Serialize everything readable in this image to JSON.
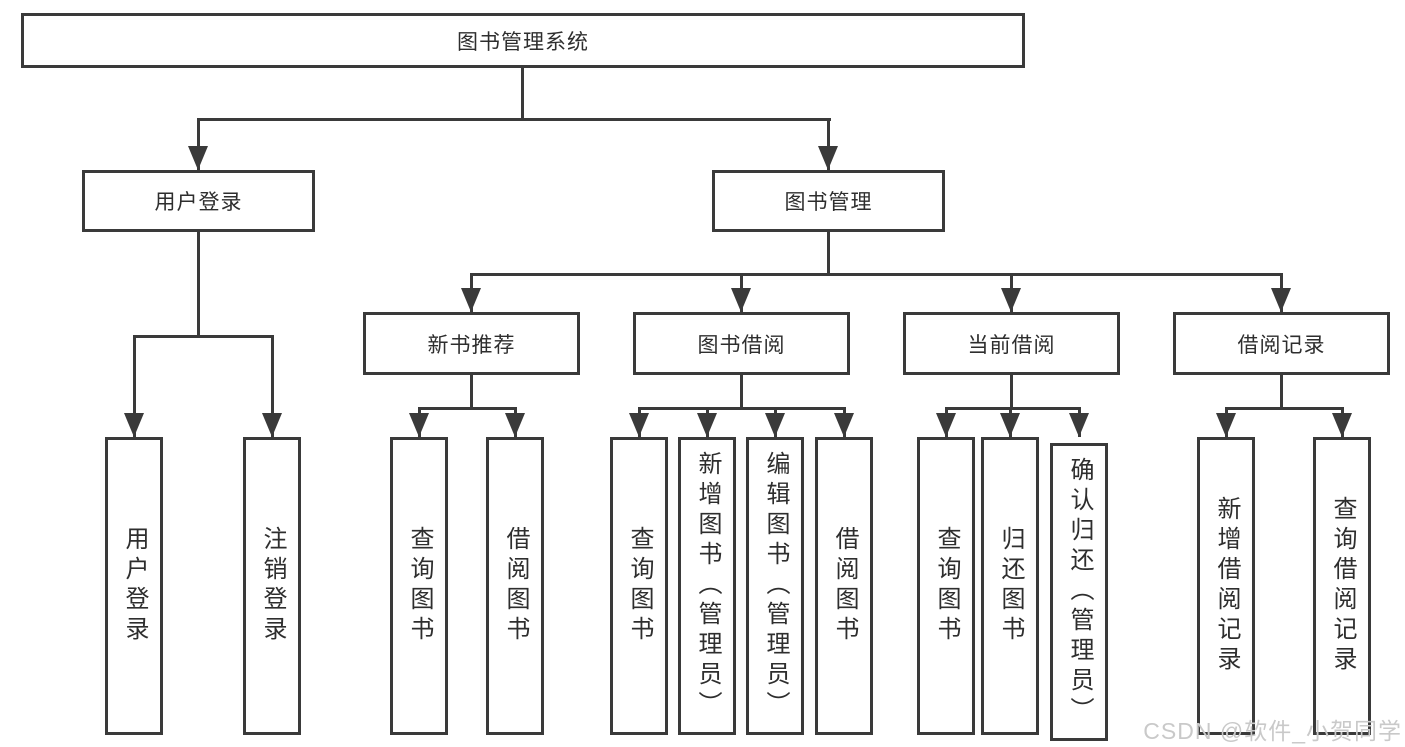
{
  "tree": {
    "label": "图书管理系统",
    "children": [
      {
        "label": "用户登录",
        "children": [
          {
            "label": "用户登录"
          },
          {
            "label": "注销登录"
          }
        ]
      },
      {
        "label": "图书管理",
        "children": [
          {
            "label": "新书推荐",
            "children": [
              {
                "label": "查询图书"
              },
              {
                "label": "借阅图书"
              }
            ]
          },
          {
            "label": "图书借阅",
            "children": [
              {
                "label": "查询图书"
              },
              {
                "label": "新增图书（管理员）"
              },
              {
                "label": "编辑图书（管理员）"
              },
              {
                "label": "借阅图书"
              }
            ]
          },
          {
            "label": "当前借阅",
            "children": [
              {
                "label": "查询图书"
              },
              {
                "label": "归还图书"
              },
              {
                "label": "确认归还（管理员）"
              }
            ]
          },
          {
            "label": "借阅记录",
            "children": [
              {
                "label": "新增借阅记录"
              },
              {
                "label": "查询借阅记录"
              }
            ]
          }
        ]
      }
    ]
  },
  "watermark": "CSDN @软件_小贺同学",
  "colors": {
    "line": "#3a3a3a",
    "text": "#2e2e2e",
    "watermark": "#c9c9c9",
    "background": "#ffffff"
  }
}
